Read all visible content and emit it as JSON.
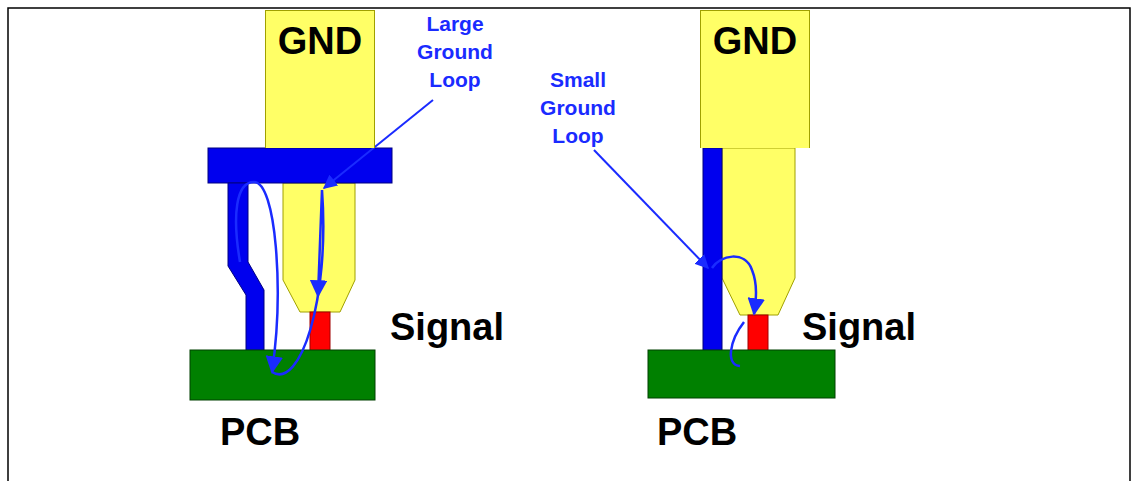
{
  "diagram": {
    "nodes": [
      {
        "text": [
          "GND"
        ]
      },
      {
        "text": [
          "GND"
        ]
      }
    ],
    "labels": [
      "Large Ground Loop",
      "Signal",
      "PCB",
      "Small Ground Loop",
      "Signal",
      "PCB"
    ]
  }
}
